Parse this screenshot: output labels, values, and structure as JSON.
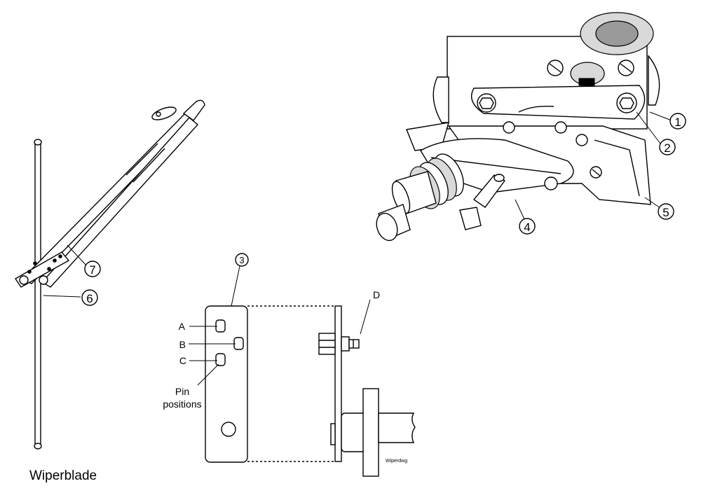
{
  "callouts": [
    "1",
    "2",
    "3",
    "4",
    "5",
    "6",
    "7"
  ],
  "pin_letters": [
    "A",
    "B",
    "C",
    "D"
  ],
  "pin_positions_label": [
    "Pin",
    "positions"
  ],
  "wiperblade_label": "Wiperblade",
  "drawing_ref": "Wiperdwg"
}
